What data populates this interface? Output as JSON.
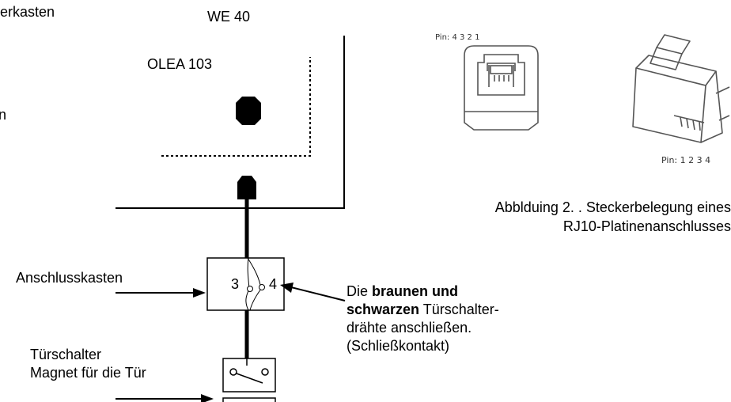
{
  "labels": {
    "cut_top": "lerkasten",
    "we40": "WE 40",
    "olea103": "OLEA 103",
    "cut_left": "n",
    "anschlusskasten": "Anschlusskasten",
    "terminal_3": "3",
    "terminal_4": "4",
    "note_line1_pre": "Die ",
    "note_line1_bold": "braunen und",
    "note_line2_bold": "schwarzen",
    "note_line2_post": " Türschalter-",
    "note_line3": "drähte anschließen.",
    "note_line4": "(Schließkontakt)",
    "tuerschalter": "Türschalter",
    "magnet": "Magnet für die Tür"
  },
  "rj10": {
    "socket_pins_label": "Pin:  4  3  2  1",
    "plug_pins_label": "Pin:  1  2  3  4",
    "caption_line1": "Abblduing 2. . Steckerbelegung eines",
    "caption_line2": "RJ10-Platinenanschlusses"
  }
}
